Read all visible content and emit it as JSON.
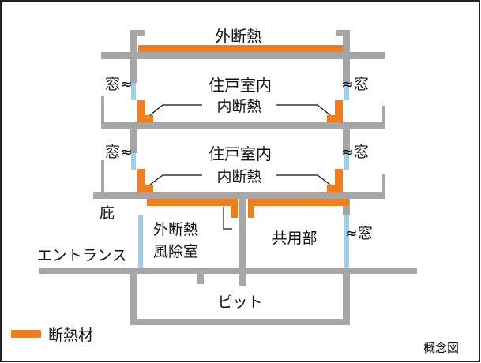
{
  "labels": {
    "outer_insulation_top": "外断熱",
    "dwelling_interior_1": "住戸室内",
    "inner_insulation_1": "内断熱",
    "dwelling_interior_2": "住戸室内",
    "inner_insulation_2": "内断熱",
    "window_left_upper": "窓≈",
    "window_right_upper": "≈窓",
    "window_left_middle": "窓≈",
    "window_right_middle": "≈窓",
    "window_right_lower": "≈窓",
    "eave": "庇",
    "entrance": "エントランス",
    "outer_insulation_vestibule": "外断熱",
    "vestibule": "風除室",
    "common_area": "共用部",
    "pit": "ピット",
    "legend_insulation": "断熱材",
    "concept_note": "概念図"
  },
  "colors": {
    "structure": "#a6a6a6",
    "insulation": "#ef7d22",
    "window_glass": "#9fcfe8",
    "frame": "#222222",
    "text": "#111111"
  }
}
